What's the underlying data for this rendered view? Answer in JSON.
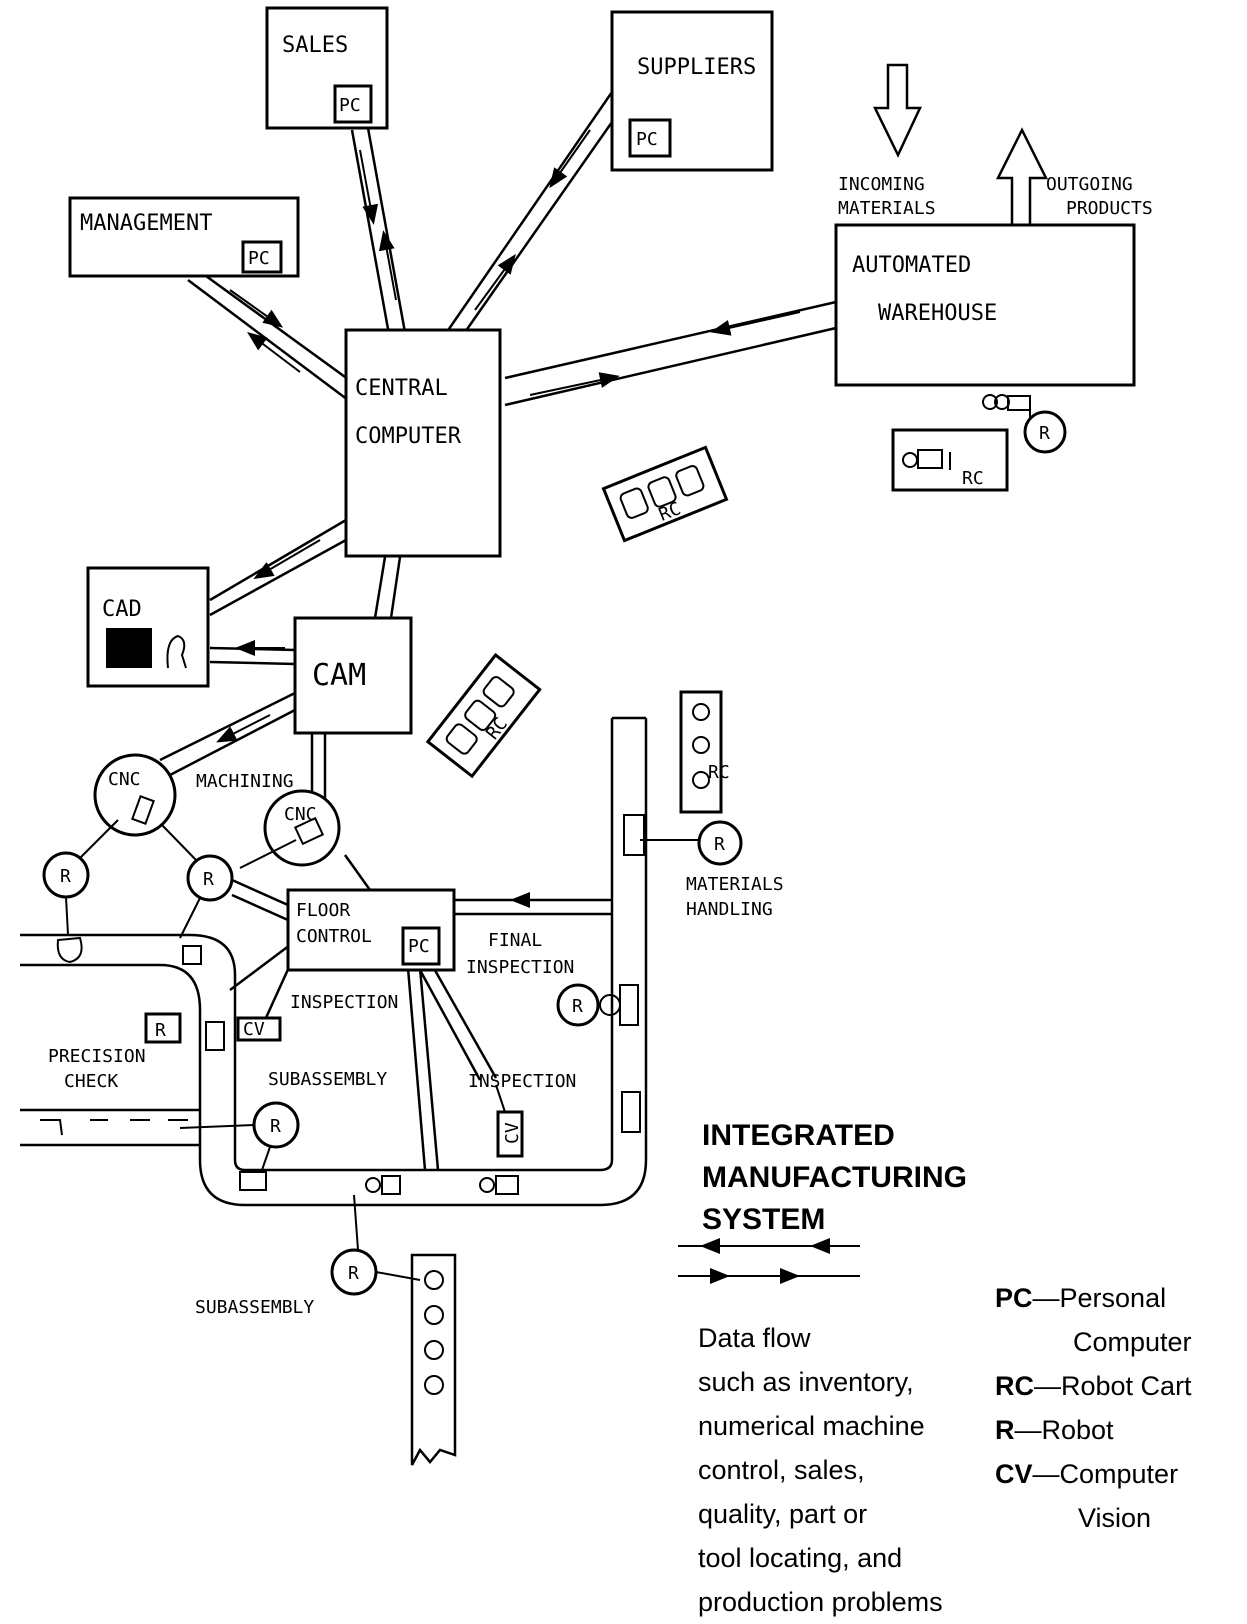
{
  "title": [
    "INTEGRATED",
    "MANUFACTURING",
    "SYSTEM"
  ],
  "nodes": {
    "sales": "SALES",
    "suppliers": "SUPPLIERS",
    "management": "MANAGEMENT",
    "central_computer": [
      "CENTRAL",
      "COMPUTER"
    ],
    "automated_warehouse": [
      "AUTOMATED",
      "WAREHOUSE"
    ],
    "cad": "CAD",
    "cam": "CAM",
    "floor_control": [
      "FLOOR",
      "CONTROL"
    ],
    "incoming_materials": [
      "INCOMING",
      "MATERIALS"
    ],
    "outgoing_products": [
      "OUTGOING",
      "PRODUCTS"
    ],
    "pc": "PC",
    "rc": "RC",
    "r": "R",
    "cnc": "CNC",
    "cv": "CV"
  },
  "labels": {
    "machining": "MACHINING",
    "materials_handling": [
      "MATERIALS",
      "HANDLING"
    ],
    "final_inspection": [
      "FINAL",
      "INSPECTION"
    ],
    "inspection": "INSPECTION",
    "precision_check": [
      "PRECISION",
      "CHECK"
    ],
    "subassembly": "SUBASSEMBLY"
  },
  "legend": {
    "data_flow_lines": [
      "Data flow",
      "such as inventory,",
      "numerical machine",
      "control, sales,",
      "quality, part or",
      "tool locating, and",
      "production problems"
    ],
    "keys": [
      {
        "abbr": "PC",
        "text": "—Personal",
        "cont": "Computer"
      },
      {
        "abbr": "RC",
        "text": "—Robot Cart"
      },
      {
        "abbr": "R",
        "text": "—Robot"
      },
      {
        "abbr": "CV",
        "text": "—Computer",
        "cont": "Vision"
      }
    ]
  }
}
